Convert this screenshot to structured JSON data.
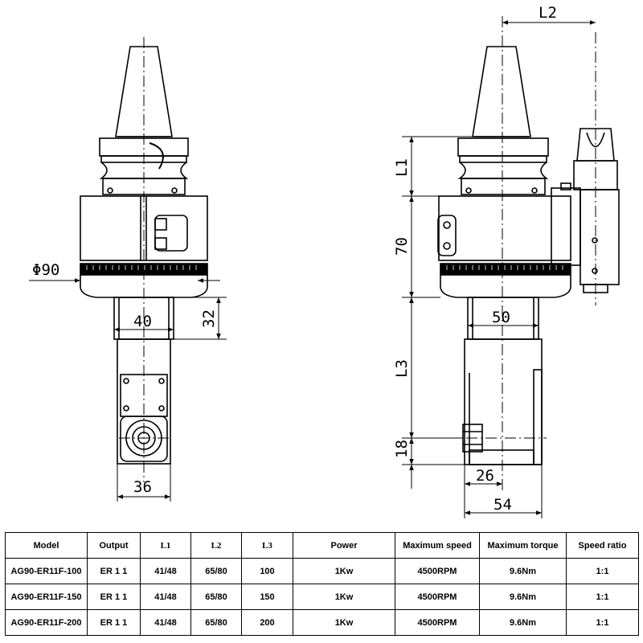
{
  "dimensions": {
    "diameter": "Φ90",
    "width_40": "40",
    "height_32": "32",
    "width_36": "36",
    "l2": "L2",
    "l1": "L1",
    "height_70": "70",
    "l3": "L3",
    "width_50": "50",
    "height_18": "18",
    "width_26": "26",
    "width_54": "54"
  },
  "table": {
    "headers": [
      "Model",
      "Output",
      "L1",
      "L2",
      "L3",
      "Power",
      "Maximum speed",
      "Maximum torque",
      "Speed ratio"
    ],
    "rows": [
      [
        "AG90-ER11F-100",
        "ER 1 1",
        "41/48",
        "65/80",
        "100",
        "1Kw",
        "4500RPM",
        "9.6Nm",
        "1:1"
      ],
      [
        "AG90-ER11F-150",
        "ER 1 1",
        "41/48",
        "65/80",
        "150",
        "1Kw",
        "4500RPM",
        "9.6Nm",
        "1:1"
      ],
      [
        "AG90-ER11F-200",
        "ER 1 1",
        "41/48",
        "65/80",
        "200",
        "1Kw",
        "4500RPM",
        "9.6Nm",
        "1:1"
      ]
    ]
  }
}
